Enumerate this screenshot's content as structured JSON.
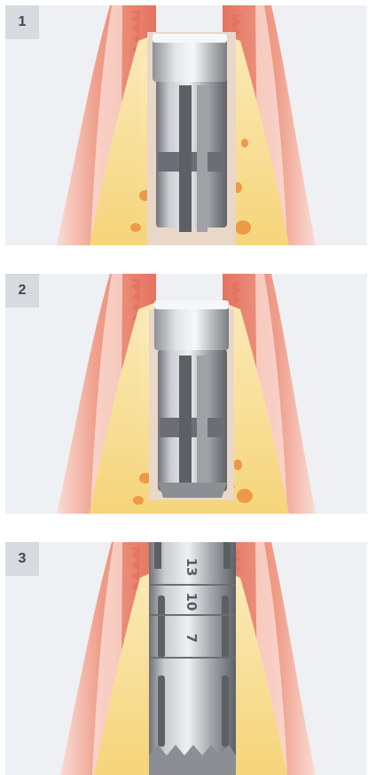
{
  "steps": [
    {
      "number": "1",
      "image": "implant-site-drill-step-illustration"
    },
    {
      "number": "2",
      "image": "implant-site-drill-step-illustration"
    },
    {
      "number": "3",
      "image": "depth-gauge-drill-illustration",
      "depth_marks": [
        "13",
        "10",
        "7"
      ]
    }
  ],
  "colors": {
    "panel_bg": "#eef0f3",
    "badge_bg": "#d7dade",
    "gum": "#e88f7e",
    "bone": "#f7dc8a",
    "metal": "#a9adb1"
  }
}
